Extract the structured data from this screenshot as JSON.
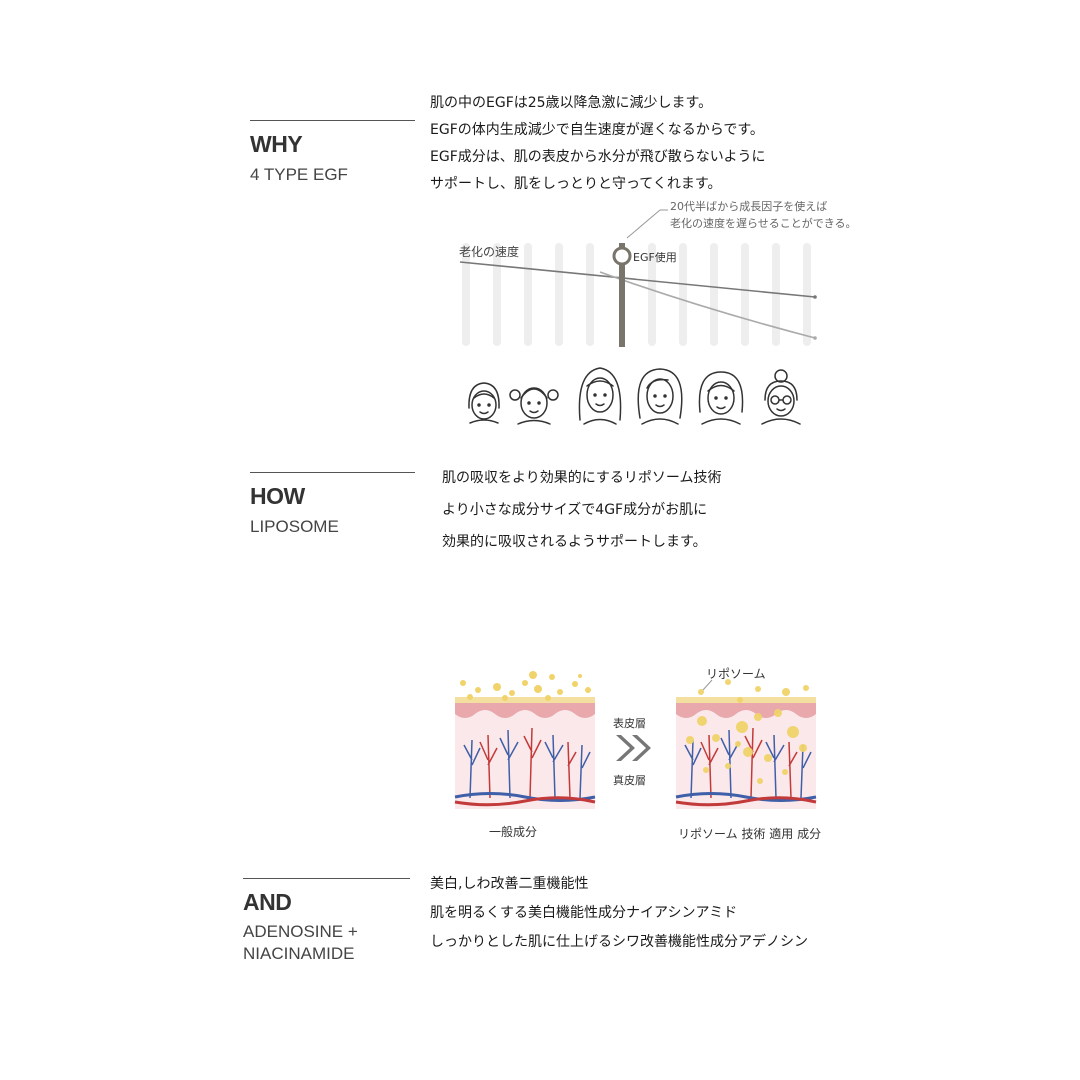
{
  "why": {
    "heading": "WHY",
    "subheading": "4 TYPE EGF",
    "lines": [
      "肌の中のEGFは25歳以降急激に減少します。",
      "EGFの体内生成減少で自生速度が遅くなるからです。",
      "EGF成分は、肌の表皮から水分が飛び散らないように",
      "サポートし、肌をしっとりと守ってくれます。"
    ]
  },
  "aging_chart": {
    "line_label": "老化の速度",
    "marker_label": "EGF使用",
    "note_lines": [
      "20代半ばから成長因子を使えば",
      "老化の速度を遅らせることができる。"
    ],
    "faces": [
      "child-face-icon",
      "girl-pigtails-face-icon",
      "young-woman-face-icon",
      "adult-woman-face-icon",
      "middle-aged-woman-face-icon",
      "elderly-woman-glasses-face-icon"
    ]
  },
  "how": {
    "heading": "HOW",
    "subheading": "LIPOSOME",
    "lines": [
      "肌の吸収をより効果的にするリポソーム技術",
      "より小さな成分サイズで4GF成分がお肌に",
      "効果的に吸収されるようサポートします。"
    ]
  },
  "liposome_diagram": {
    "top_label": "リポソーム",
    "epidermis_label": "表皮層",
    "dermis_label": "真皮層",
    "left_caption": "一般成分",
    "right_caption": "リポソーム 技術 適用 成分",
    "colors": {
      "particle": "#f0d36a",
      "skin": "#f3c9cc",
      "vein": "#3f5fa8",
      "artery": "#c23a3a"
    }
  },
  "and": {
    "heading": "AND",
    "subheading_lines": [
      "ADENOSINE +",
      "NIACINAMIDE"
    ],
    "lines": [
      "美白,しわ改善二重機能性",
      "肌を明るくする美白機能性成分ナイアシンアミド",
      "しっかりとした肌に仕上げるシワ改善機能性成分アデノシン"
    ]
  }
}
